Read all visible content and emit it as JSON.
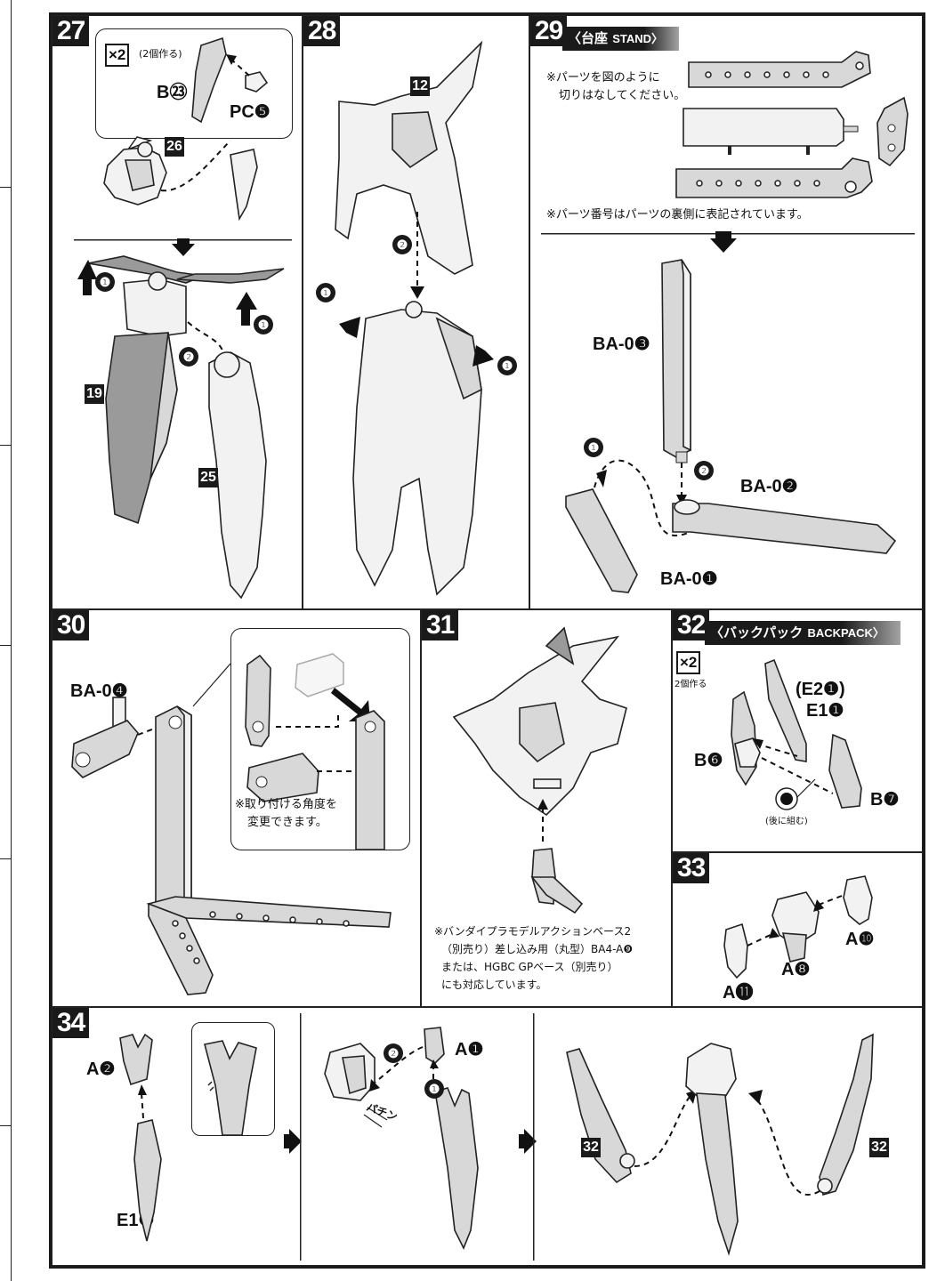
{
  "steps": {
    "s27": {
      "number": "27",
      "x2": "×2",
      "x2_note": "(2個作る)",
      "parts": {
        "b23": "B㉓",
        "pc5": "PC❺"
      },
      "refs": {
        "r26": "26",
        "r19": "19",
        "r25": "25"
      },
      "arrows": {
        "a1l": "❶",
        "a1r": "❶",
        "a2": "❷"
      }
    },
    "s28": {
      "number": "28",
      "refs": {
        "r12": "12"
      },
      "arrows": {
        "a2": "❷",
        "a1l": "❶",
        "a1r": "❶"
      }
    },
    "s29": {
      "number": "29",
      "banner_jp": "〈台座",
      "banner_en": "STAND〉",
      "note1_l1": "※パーツを図のように",
      "note1_l2": "切りはなしてください。",
      "note2": "※パーツ番号はパーツの裏側に表記されています。",
      "parts": {
        "ba03": "BA-0❸",
        "ba02": "BA-0❷",
        "ba01": "BA-0❶"
      },
      "arrows": {
        "a1": "❶",
        "a2": "❷"
      }
    },
    "s30": {
      "number": "30",
      "parts": {
        "ba04": "BA-0❹"
      },
      "note_l1": "※取り付ける角度を",
      "note_l2": "変更できます。"
    },
    "s31": {
      "number": "31",
      "note_l1": "※バンダイプラモデルアクションベース2",
      "note_l2": "（別売り）差し込み用（丸型）BA4-A❾",
      "note_l3": "または、HGBC GPベース（別売り）",
      "note_l4": "にも対応しています。"
    },
    "s32": {
      "number": "32",
      "banner_jp": "〈バックパック",
      "banner_en": "BACKPACK〉",
      "x2": "×2",
      "x2_note": "2個作る",
      "parts": {
        "e21": "(E2❶)",
        "e11": "E1❶",
        "b6": "B❻",
        "b7": "B❼"
      },
      "note": "(後に組む)"
    },
    "s33": {
      "number": "33",
      "parts": {
        "a10": "A❿",
        "a8": "A❽",
        "a11": "A⓫"
      }
    },
    "s34": {
      "number": "34",
      "parts": {
        "a2": "A❷",
        "e19": "E1❾",
        "a1": "A❶"
      },
      "sfx": "パチン",
      "refs": {
        "r32l": "32",
        "r32r": "32"
      },
      "arrows": {
        "a1": "❶",
        "a2": "❷"
      }
    }
  }
}
